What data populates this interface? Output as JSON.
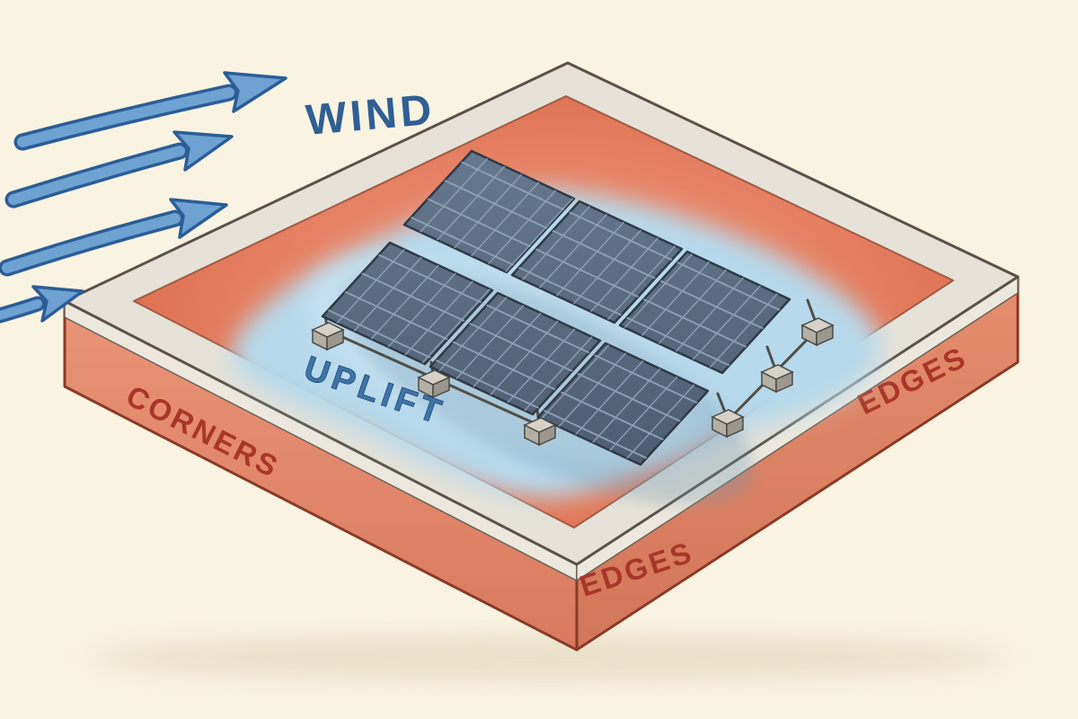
{
  "diagram": {
    "labels": {
      "wind": "WIND",
      "uplift": "UPLIFT",
      "corners": "CORNERS",
      "edges_front": "EDGES",
      "edges_right": "EDGES"
    },
    "colors": {
      "background": "#f9f3e2",
      "wind_arrow_fill": "#6ea2d3",
      "wind_arrow_outline": "#2b5d96",
      "wind_text": "#2f5f94",
      "uplift_zone_blue": "#b7d9ec",
      "uplift_text_blue": "#3e74a8",
      "roof_field_red": "#e8876a",
      "roof_face_red": "#e08a6e",
      "zone_label_red": "#a8362a",
      "parapet_gray": "#e6e2d7",
      "panel_blue_gray": "#56687c",
      "panel_grid_line": "#8ea1b6",
      "ballast_gray": "#d6d2c9"
    },
    "icons": {
      "wind_arrow": "wind-arrow-icon"
    }
  }
}
